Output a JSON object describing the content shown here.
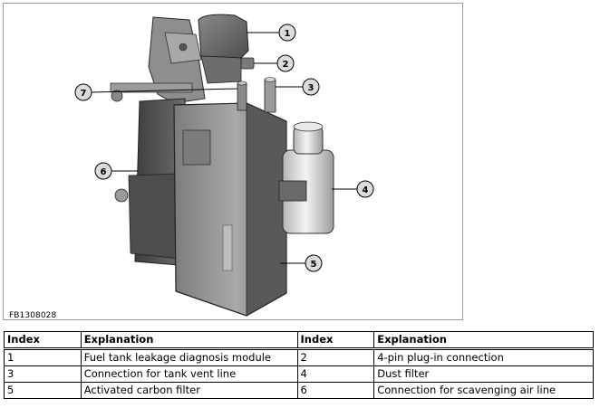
{
  "figure": {
    "code": "FB1308028",
    "callouts": [
      "1",
      "2",
      "3",
      "4",
      "5",
      "6",
      "7"
    ]
  },
  "legend": {
    "headers": [
      "Index",
      "Explanation",
      "Index",
      "Explanation"
    ],
    "rows": [
      [
        "1",
        "Fuel tank leakage diagnosis module",
        "2",
        "4-pin plug-in connection"
      ],
      [
        "3",
        "Connection for tank vent line",
        "4",
        "Dust filter"
      ],
      [
        "5",
        "Activated carbon filter",
        "6",
        "Connection for scavenging air line"
      ]
    ]
  }
}
